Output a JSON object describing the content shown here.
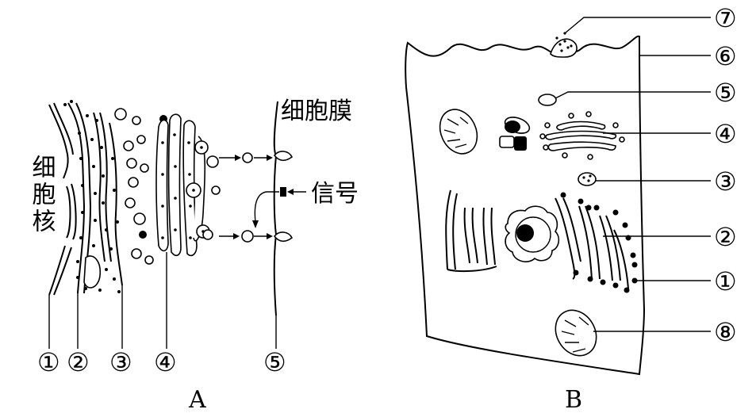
{
  "diagramA": {
    "caption": "A",
    "nucleus_label": "细胞核",
    "membrane_label": "细胞膜",
    "signal_label": "信号",
    "numbers": [
      "①",
      "②",
      "③",
      "④",
      "⑤"
    ]
  },
  "diagramB": {
    "caption": "B",
    "numbers": [
      "⑦",
      "⑥",
      "⑤",
      "④",
      "③",
      "②",
      "①",
      "⑧"
    ]
  }
}
